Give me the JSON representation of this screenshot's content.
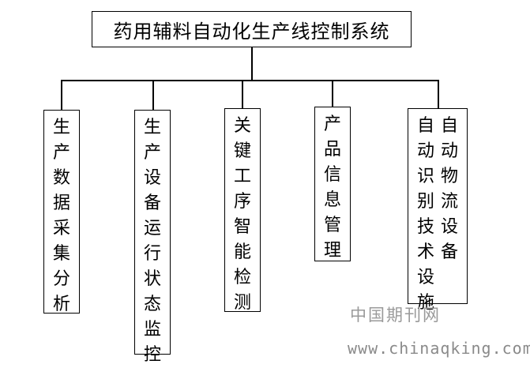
{
  "diagram": {
    "root": "药用辅料自动化生产线控制系统",
    "children": [
      {
        "columns": [
          "生产数据采集分析"
        ]
      },
      {
        "columns": [
          "生产设备运行状态监控"
        ]
      },
      {
        "columns": [
          "关键工序智能检测"
        ]
      },
      {
        "columns": [
          "产品信息管理"
        ]
      },
      {
        "columns": [
          "自动识别技术设施",
          "自动物流设备"
        ]
      }
    ]
  },
  "watermark": {
    "site_name": "中国期刊网",
    "url": "www.chinaqking.com"
  }
}
